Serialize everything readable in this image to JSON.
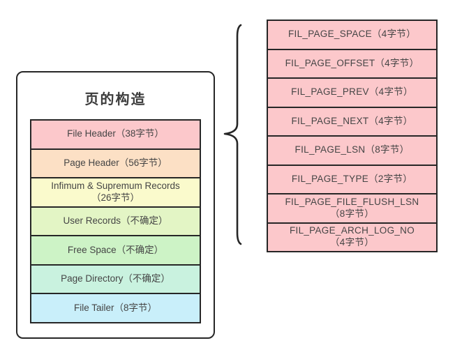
{
  "colors": {
    "border": "#262626",
    "text": "#454545",
    "background": "#ffffff"
  },
  "left_box": {
    "title": "页的构造",
    "rows": [
      {
        "line1": "File Header（38字节）",
        "line2": "",
        "fill": "#fcc8cb"
      },
      {
        "line1": "Page Header（56字节）",
        "line2": "",
        "fill": "#fce0c5"
      },
      {
        "line1": "Infimum & Supremum Records",
        "line2": "（26字节）",
        "fill": "#fafacc"
      },
      {
        "line1": "User Records（不确定）",
        "line2": "",
        "fill": "#e3f5c5"
      },
      {
        "line1": "Free Space（不确定）",
        "line2": "",
        "fill": "#cdf3c6"
      },
      {
        "line1": "Page Directory（不确定）",
        "line2": "",
        "fill": "#c9f2df"
      },
      {
        "line1": "File Tailer（8字节）",
        "line2": "",
        "fill": "#c9effa"
      }
    ]
  },
  "detail_table": {
    "rows": [
      {
        "line1": "FIL_PAGE_SPACE（4字节）",
        "line2": "",
        "fill": "#fcc8cb"
      },
      {
        "line1": "FIL_PAGE_OFFSET（4字节）",
        "line2": "",
        "fill": "#fcc8cb"
      },
      {
        "line1": "FIL_PAGE_PREV（4字节）",
        "line2": "",
        "fill": "#fcc8cb"
      },
      {
        "line1": "FIL_PAGE_NEXT（4字节）",
        "line2": "",
        "fill": "#fcc8cb"
      },
      {
        "line1": "FIL_PAGE_LSN（8字节）",
        "line2": "",
        "fill": "#fcc8cb"
      },
      {
        "line1": "FIL_PAGE_TYPE（2字节）",
        "line2": "",
        "fill": "#fcc8cb"
      },
      {
        "line1": "FIL_PAGE_FILE_FLUSH_LSN",
        "line2": "（8字节）",
        "fill": "#fcc8cb"
      },
      {
        "line1": "FIL_PAGE_ARCH_LOG_NO",
        "line2": "（4字节）",
        "fill": "#fcc8cb"
      }
    ]
  }
}
